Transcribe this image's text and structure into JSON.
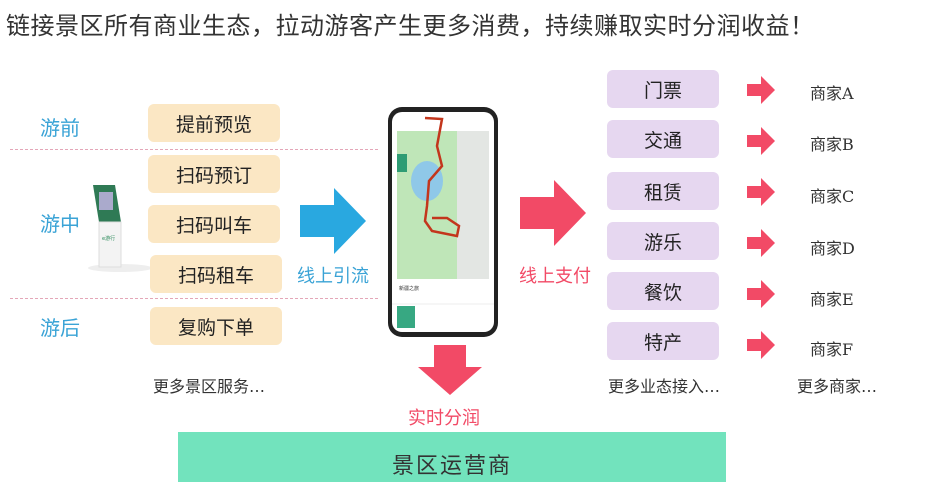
{
  "title": "链接景区所有商业生态，拉动游客产生更多消费，持续赚取实时分润收益！",
  "stages": [
    {
      "label": "游前"
    },
    {
      "label": "游中"
    },
    {
      "label": "游后"
    }
  ],
  "services": [
    {
      "label": "提前预览"
    },
    {
      "label": "扫码预订"
    },
    {
      "label": "扫码叫车"
    },
    {
      "label": "扫码租车"
    },
    {
      "label": "复购下单"
    }
  ],
  "more_services": "更多景区服务…",
  "flow_in": "线上引流",
  "flow_pay": "线上支付",
  "flow_share": "实时分润",
  "businesses": [
    {
      "label": "门票",
      "merchant": "商家A"
    },
    {
      "label": "交通",
      "merchant": "商家B"
    },
    {
      "label": "租赁",
      "merchant": "商家C"
    },
    {
      "label": "游乐",
      "merchant": "商家D"
    },
    {
      "label": "餐饮",
      "merchant": "商家E"
    },
    {
      "label": "特产",
      "merchant": "商家F"
    }
  ],
  "more_business": "更多业态接入…",
  "more_merchants": "更多商家…",
  "operator": "景区运营商",
  "colors": {
    "blue": "#29a8e0",
    "red": "#f24a66",
    "tan": "#fbe7c4",
    "lavender": "#e6d7f0",
    "teal": "#72e3bd"
  }
}
